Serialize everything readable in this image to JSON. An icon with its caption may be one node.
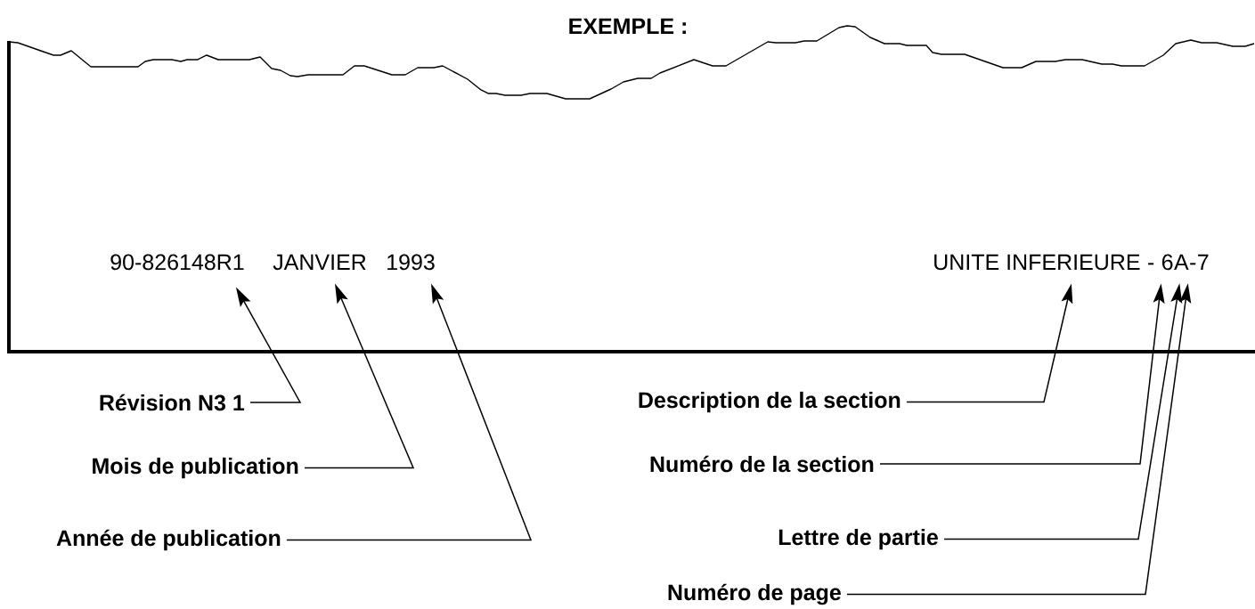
{
  "diagram": {
    "title": "EXEMPLE :",
    "nodes": [
      {
        "text": [
          "90-826148R1"
        ]
      },
      {
        "text": [
          "JANVIER"
        ]
      },
      {
        "text": [
          "1993"
        ]
      },
      {
        "text": [
          "UNITE INFERIEURE"
        ]
      },
      {
        "text": [
          "6"
        ]
      },
      {
        "text": [
          "A"
        ]
      },
      {
        "text": [
          "7"
        ]
      },
      {
        "text": [
          "Révision N3 1"
        ]
      },
      {
        "text": [
          "Mois de publication"
        ]
      },
      {
        "text": [
          "Année de publication"
        ]
      },
      {
        "text": [
          "Description de la section"
        ]
      },
      {
        "text": [
          "Numéro de la section"
        ]
      },
      {
        "text": [
          "Lettre de partie"
        ]
      },
      {
        "text": [
          "Numéro de page"
        ]
      }
    ],
    "edges": [
      {
        "from": 7,
        "to": 0,
        "arrow": "to"
      },
      {
        "from": 8,
        "to": 1,
        "arrow": "to"
      },
      {
        "from": 9,
        "to": 2,
        "arrow": "to"
      },
      {
        "from": 10,
        "to": 3,
        "arrow": "to"
      },
      {
        "from": 11,
        "to": 4,
        "arrow": "to"
      },
      {
        "from": 12,
        "to": 5,
        "arrow": "to"
      },
      {
        "from": 13,
        "to": 6,
        "arrow": "to"
      }
    ],
    "labels": [
      "-",
      "-"
    ]
  }
}
